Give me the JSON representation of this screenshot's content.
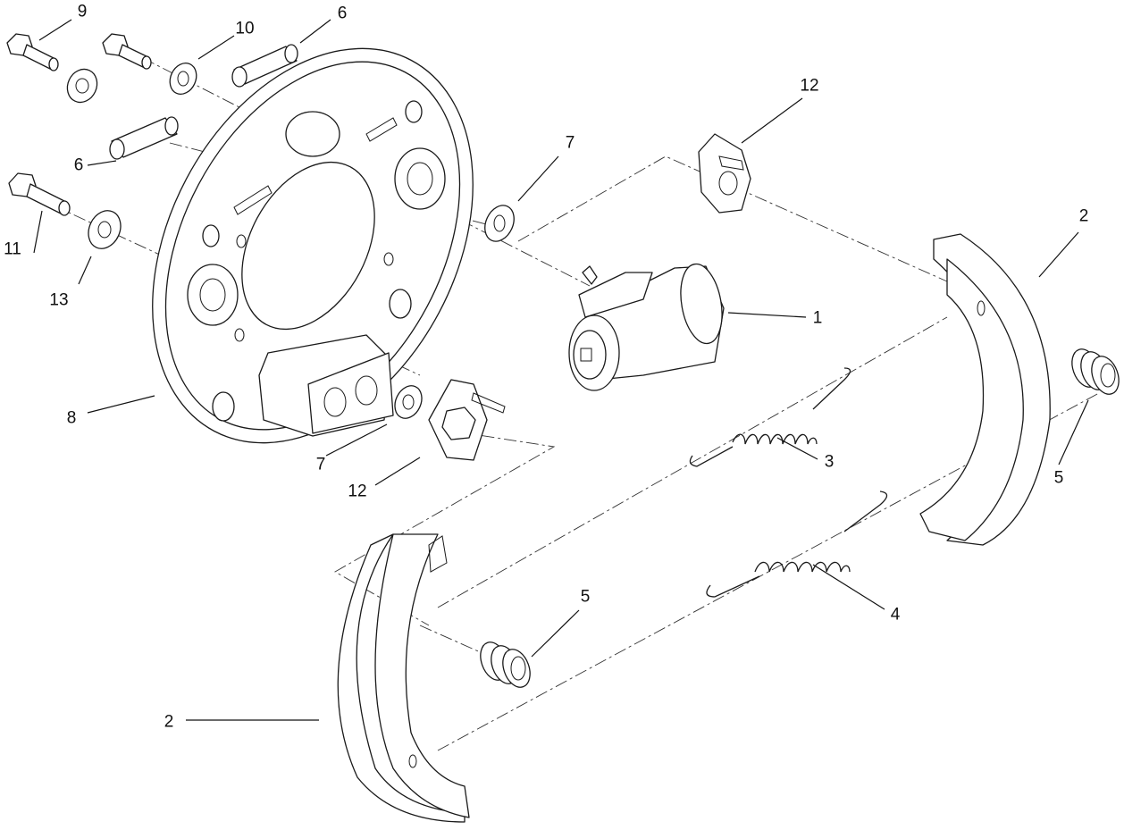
{
  "callouts": {
    "c1": "1",
    "c2a": "2",
    "c2b": "2",
    "c3": "3",
    "c4": "4",
    "c5a": "5",
    "c5b": "5",
    "c6a": "6",
    "c6b": "6",
    "c7a": "7",
    "c7b": "7",
    "c8": "8",
    "c9": "9",
    "c10": "10",
    "c11": "11",
    "c12a": "12",
    "c12b": "12",
    "c13": "13"
  }
}
